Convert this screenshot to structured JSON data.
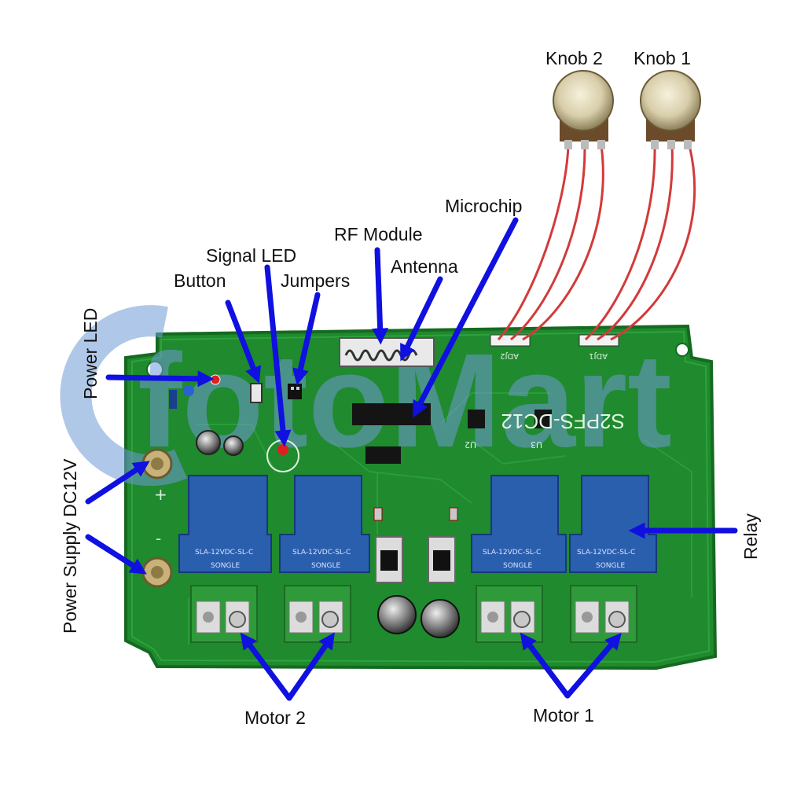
{
  "labels": {
    "knob_2": "Knob 2",
    "knob_1": "Knob 1",
    "microchip": "Microchip",
    "rf_module": "RF Module",
    "signal_led": "Signal LED",
    "button": "Button",
    "jumpers": "Jumpers",
    "antenna": "Antenna",
    "power_led": "Power LED",
    "power_supply": "Power Supply DC12V",
    "relay": "Relay",
    "motor_2": "Motor 2",
    "motor_1": "Motor 1"
  },
  "board": {
    "model_text": "S2PFS-DC12",
    "knob_header_2": "ADJ2",
    "knob_header_1": "ADJ1",
    "relay_text": "SLA-12VDC-SL-C",
    "relay_brand": "SONGLE",
    "terminal_plus": "+",
    "terminal_minus": "-",
    "chip_u2": "U2",
    "chip_u3": "U3"
  },
  "watermark": "fotoMart",
  "colors": {
    "pcb": "#1f8a2e",
    "pcb_edge": "#146a1f",
    "relay": "#2a5fae",
    "terminal": "#2f9a3a",
    "arrow": "#1010e0",
    "wire": "#d23a3a",
    "watermark": "#6f9ad6"
  }
}
